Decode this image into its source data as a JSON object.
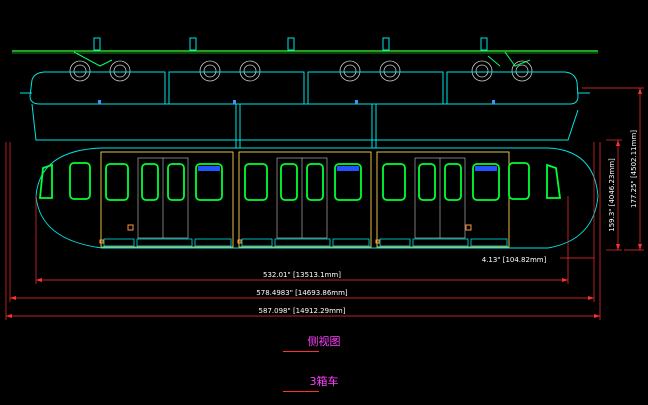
{
  "dimensions": {
    "h_inner": "532.01\" [13513.1mm]",
    "h_middle": "578.4983\" [14693.86mm]",
    "h_outer": "587.098\" [14912.29mm]",
    "gap": "4.13\" [104.82mm]",
    "v_car": "159.3\" [4046.23mm]",
    "v_total": "177.25\" [4502.11mm]"
  },
  "captions": {
    "view": "侧视图",
    "cars": "3箱车"
  },
  "colors": {
    "background": "#000000",
    "outline": "#00e5e5",
    "windows": "#00ff33",
    "dimension": "#ff3030",
    "rail": "#33ff33",
    "caption": "#ff40ff"
  }
}
